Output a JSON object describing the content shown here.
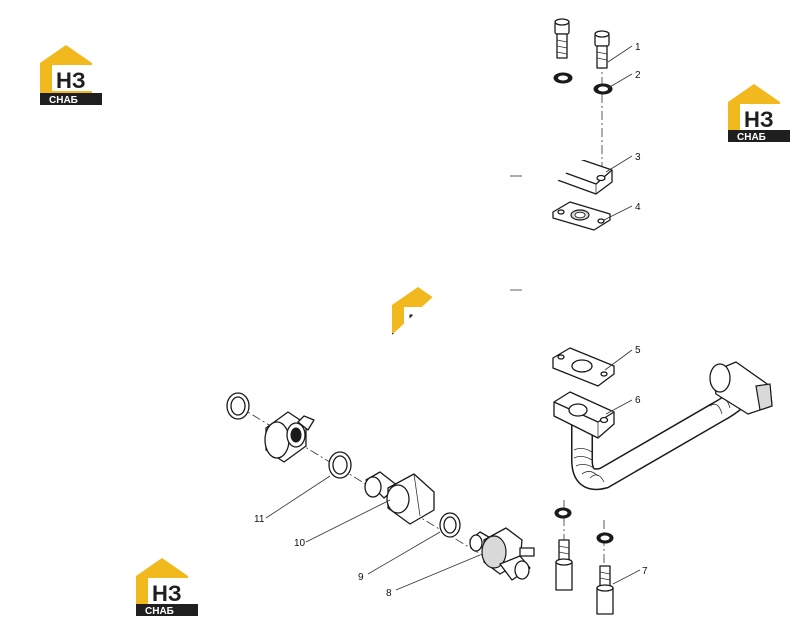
{
  "diagram": {
    "callouts": [
      "1",
      "2",
      "3",
      "4",
      "5",
      "6",
      "7",
      "8",
      "9",
      "10",
      "11"
    ]
  },
  "watermark": {
    "logo_letters": "НЗ",
    "logo_word": "СНАБ",
    "color_yellow": "#f2b91e",
    "color_dark": "#1f1f1f"
  }
}
